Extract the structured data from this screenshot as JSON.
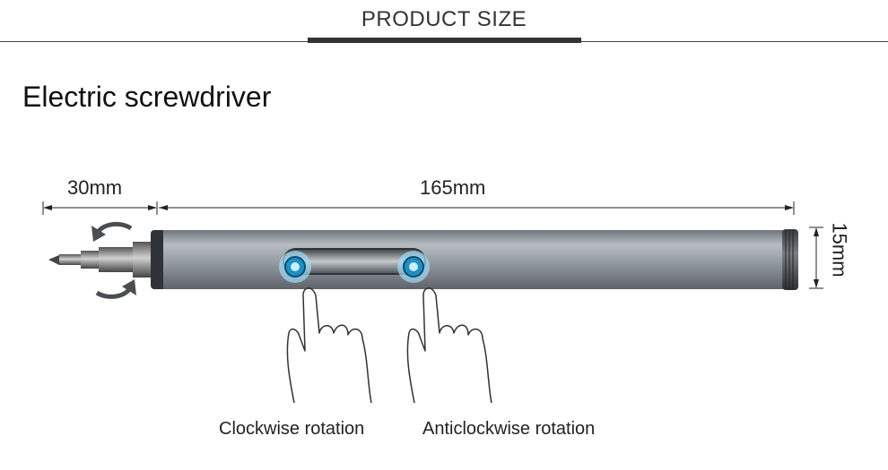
{
  "header": {
    "title": "PRODUCT SIZE"
  },
  "product": {
    "name": "Electric screwdriver"
  },
  "dimensions": {
    "bit_length": "30mm",
    "body_length": "165mm",
    "diameter": "15mm"
  },
  "buttons": {
    "clockwise": "Clockwise rotation",
    "anticlockwise": "Anticlockwise rotation"
  },
  "colors": {
    "body": "#8e949b",
    "button_ring": "#2aa8e0",
    "text": "#222222"
  }
}
